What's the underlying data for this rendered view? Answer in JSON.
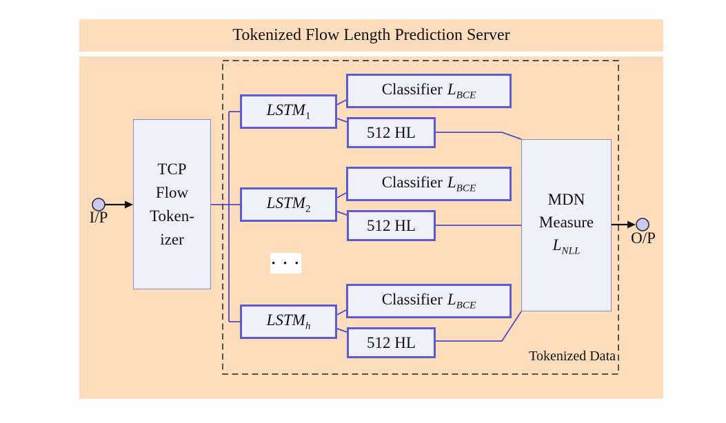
{
  "title": "Tokenized Flow Length Prediction Server",
  "input": {
    "label": "I/P"
  },
  "output": {
    "label": "O/P"
  },
  "tokenizer": {
    "text": "TCP\nFlow\nToken-\nizer"
  },
  "branches": [
    {
      "lstm": "LSTM",
      "sub": "1",
      "classifier": "Classifier",
      "loss": "L",
      "loss_sub": "BCE",
      "hidden": "512 HL"
    },
    {
      "lstm": "LSTM",
      "sub": "2",
      "classifier": "Classifier",
      "loss": "L",
      "loss_sub": "BCE",
      "hidden": "512 HL"
    },
    {
      "lstm": "LSTM",
      "sub": "h",
      "classifier": "Classifier",
      "loss": "L",
      "loss_sub": "BCE",
      "hidden": "512 HL"
    }
  ],
  "ellipsis": "· · ·",
  "mdn": {
    "line1": "MDN",
    "line2": "Measure",
    "loss": "L",
    "loss_sub": "NLL"
  },
  "region_label": "Tokenized Data",
  "colors": {
    "panel_bg": "#FDDDBC",
    "box_fill": "#F0F0FA",
    "thick_border": "#5B5BD8",
    "thin_border": "#8585CF",
    "connector": "#4A4AC8",
    "dashed_border": "#3A3A3A",
    "node_fill": "#C9C9F1",
    "arrow": "#111111"
  }
}
